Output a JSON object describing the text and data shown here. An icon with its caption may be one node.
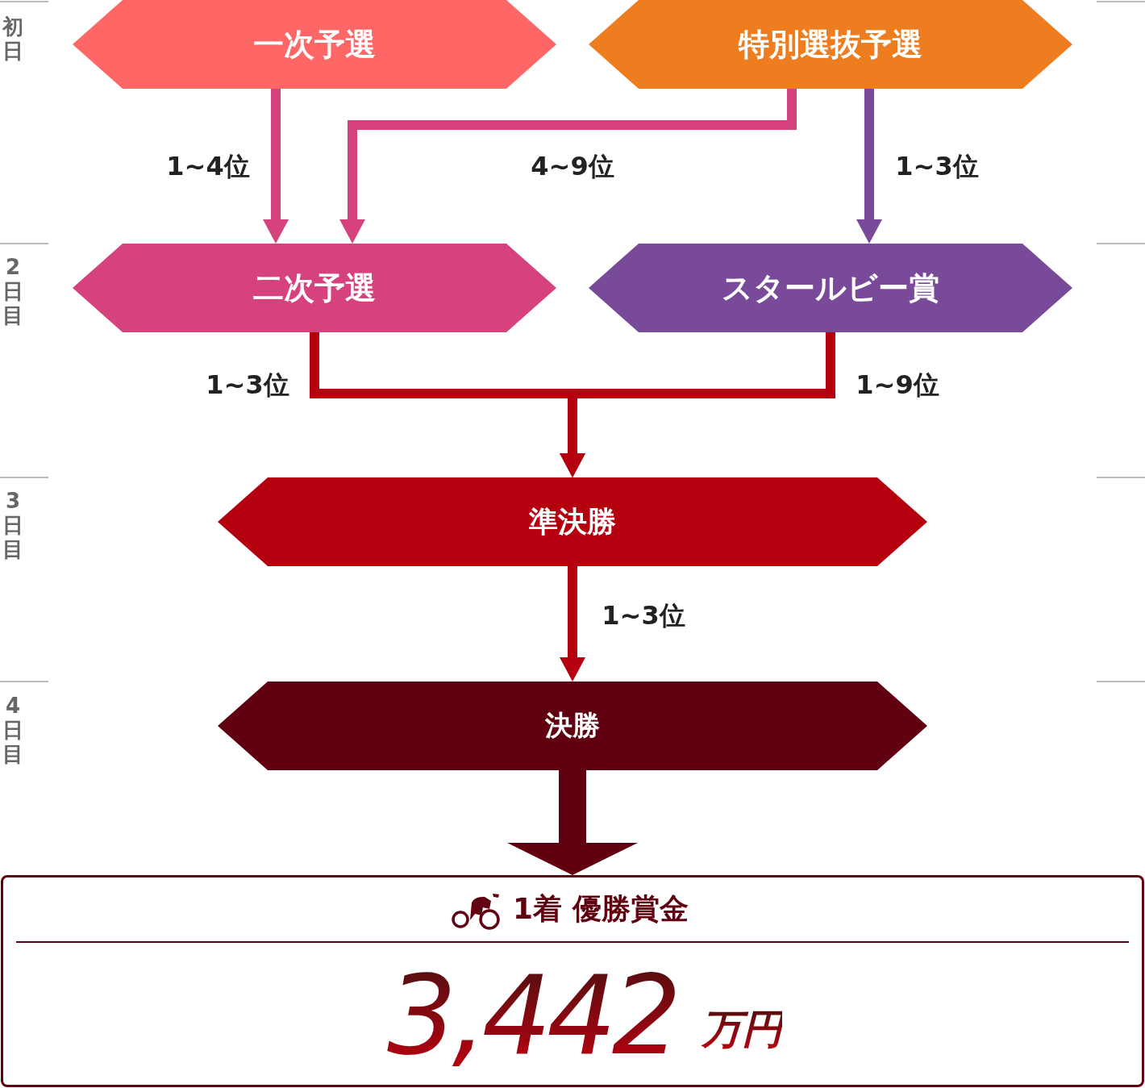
{
  "diagram": {
    "nodes": [
      {
        "text": [
          "一次予選"
        ]
      },
      {
        "text": [
          "特別選抜予選"
        ]
      },
      {
        "text": [
          "二次予選"
        ]
      },
      {
        "text": [
          "スタールビー賞"
        ]
      },
      {
        "text": [
          "準決勝"
        ]
      },
      {
        "text": [
          "決勝"
        ]
      },
      {
        "text": [
          "1着 優勝賞金",
          "3,442",
          "万円"
        ]
      }
    ],
    "edges": [
      {
        "from": 0,
        "to": 2,
        "arrow": "to",
        "label": "1~4位",
        "color": "#d6427e"
      },
      {
        "from": 1,
        "to": 2,
        "arrow": "to",
        "label": "4~9位",
        "color": "#d6427e"
      },
      {
        "from": 1,
        "to": 3,
        "arrow": "to",
        "label": "1~3位",
        "color": "#7a4a9a"
      },
      {
        "from": 2,
        "to": 4,
        "arrow": "to",
        "label": "1~3位"
      },
      {
        "from": 3,
        "to": 4,
        "arrow": "to",
        "label": "1~9位"
      },
      {
        "from": 4,
        "to": 5,
        "arrow": "to",
        "label": "1~3位"
      },
      {
        "from": 5,
        "to": 6,
        "arrow": "to",
        "style": "thick",
        "color": "#600010"
      }
    ],
    "labels": [
      "初日",
      "2日目",
      "3日目",
      "4日目"
    ]
  }
}
